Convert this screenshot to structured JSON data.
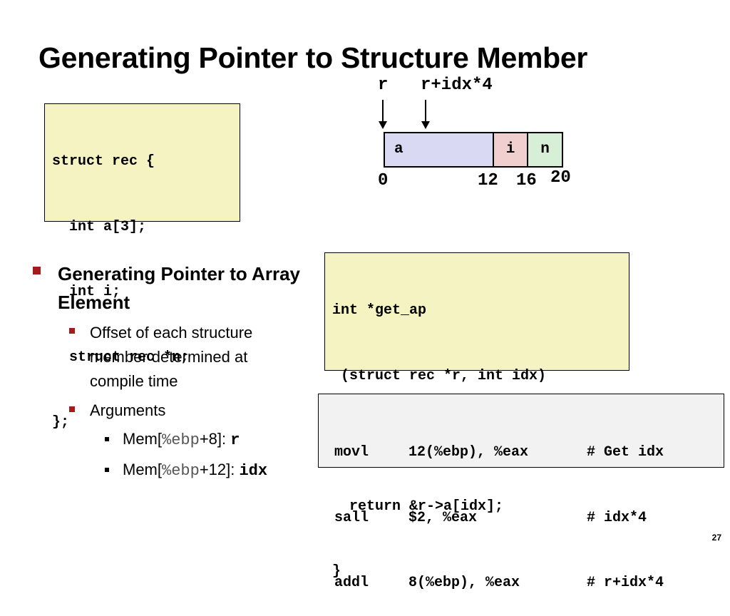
{
  "title": "Generating Pointer to Structure Member",
  "struct_code": [
    "struct rec {",
    "  int a[3];",
    "  int i;",
    "  struct rec *n;",
    "};"
  ],
  "diagram": {
    "label_r": "r",
    "label_r_idx": "r+idx*4",
    "cells": [
      {
        "label": "a",
        "color": "#d9d9f3"
      },
      {
        "label": "i",
        "color": "#f2cfcf"
      },
      {
        "label": "n",
        "color": "#d7efd7"
      }
    ],
    "offsets": [
      "0",
      "12",
      "16",
      "20"
    ]
  },
  "bullets": {
    "main": "Generating Pointer to Array Element",
    "sub1": "Offset of each structure member determined at compile time",
    "sub2": "Arguments",
    "arg1": {
      "pre": "Mem[",
      "reg": "%ebp",
      "post": "+8]: ",
      "name": "r"
    },
    "arg2": {
      "pre": "Mem[",
      "reg": "%ebp",
      "post": "+12]: ",
      "name": "idx"
    }
  },
  "func_code": [
    "int *get_ap",
    " (struct rec *r, int idx)",
    "{",
    "  return &r->a[idx];",
    "}"
  ],
  "asm": [
    {
      "op": "movl",
      "args": "12(%ebp), %eax",
      "comment": "# Get idx"
    },
    {
      "op": "sall",
      "args": "$2, %eax",
      "comment": "# idx*4"
    },
    {
      "op": "addl",
      "args": "8(%ebp), %eax",
      "comment": "# r+idx*4"
    }
  ],
  "colors": {
    "struct_bg": "#f5f3c1",
    "asm_bg": "#f2f2f2",
    "bullet": "#a31b1b"
  },
  "slide_number": "27"
}
